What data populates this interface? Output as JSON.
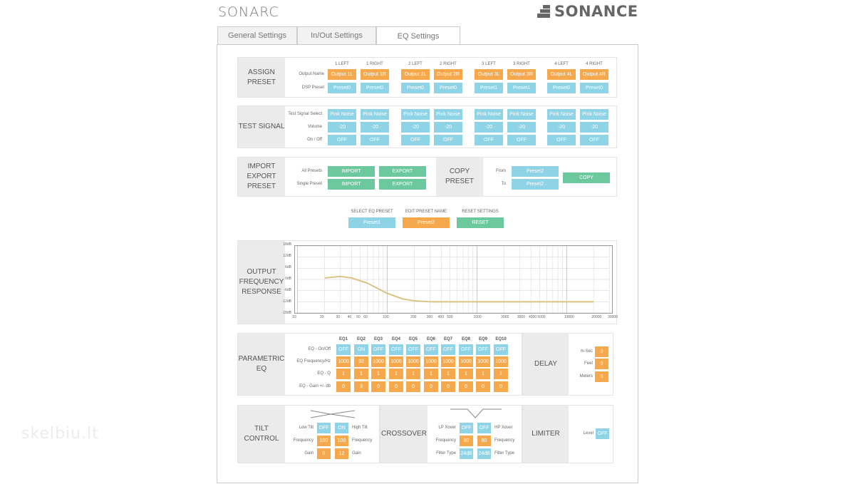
{
  "brand": {
    "left": "SONARC",
    "right": "SONANCE"
  },
  "tabs": [
    {
      "label": "General Settings",
      "active": false
    },
    {
      "label": "In/Out Settings",
      "active": false
    },
    {
      "label": "EQ Settings",
      "active": true
    }
  ],
  "assign": {
    "title": "ASSIGN PRESET",
    "channels": [
      "1 LEFT",
      "1 RIGHT",
      "2 LEFT",
      "2 RIGHT",
      "3 LEFT",
      "3 RIGHT",
      "4 LEFT",
      "4 RIGHT"
    ],
    "output_label": "Output Name",
    "outputs": [
      "Output 1L",
      "Output 1R",
      "Output 2L",
      "Output 2R",
      "Output 3L",
      "Output 3R",
      "Output 4L",
      "Output 4R"
    ],
    "dsp_label": "DSP Preset",
    "presets": [
      "Preset0",
      "Preset0",
      "Preset0",
      "Preset0",
      "Preset1",
      "Preset1",
      "Preset0",
      "Preset0"
    ]
  },
  "test": {
    "title": "TEST SIGNAL",
    "select_label": "Test Signal Select",
    "signals": [
      "Pink Noise",
      "Pink Noise",
      "Pink Noise",
      "Pink Noise",
      "Pink Noise",
      "Pink Noise",
      "Pink Noise",
      "Pink Noise"
    ],
    "volume_label": "Volume",
    "volumes": [
      "-20",
      "-20",
      "-20",
      "-20",
      "-20",
      "-20",
      "-20",
      "-20"
    ],
    "onoff_label": "On / Off",
    "states": [
      "OFF",
      "OFF",
      "OFF",
      "OFF",
      "OFF",
      "OFF",
      "OFF",
      "OFF"
    ]
  },
  "import_export": {
    "title": "IMPORT EXPORT PRESET",
    "all_label": "All Presets",
    "single_label": "Single Preset",
    "import": "IMPORT",
    "export": "EXPORT"
  },
  "copy": {
    "title": "COPY PRESET",
    "from_label": "From",
    "to_label": "To",
    "from": "Preset2",
    "to": "Preset2",
    "button": "COPY"
  },
  "preset_bar": {
    "select_label": "SELECT EQ PRESET",
    "select_value": "Preset1",
    "edit_label": "EDIT PRESET NAME",
    "edit_value": "Preset2",
    "reset_label": "RESET SETTINGS",
    "reset_button": "RESET"
  },
  "response": {
    "title": "OUTPUT FREQUENCY RESPONSE",
    "y_ticks": [
      "18dB",
      "12dB",
      "6dB",
      "0dB",
      "-6dB",
      "-12dB",
      "-18dB"
    ],
    "x_ticks": [
      "10",
      "20",
      "30",
      "40",
      "50",
      "60",
      "100",
      "200",
      "300",
      "400",
      "500",
      "1000",
      "2000",
      "3000",
      "4000",
      "5000",
      "10000",
      "20000",
      "30000"
    ],
    "curve_color": "#d9c281"
  },
  "chart_data": {
    "type": "line",
    "x": [
      20,
      30,
      40,
      60,
      100,
      150,
      200,
      300,
      500,
      1000,
      5000,
      20000
    ],
    "series": [
      {
        "values": [
          0.8,
          1.6,
          0.8,
          -2,
          -7.5,
          -10.5,
          -11.5,
          -12,
          -12,
          -12,
          -12,
          -12
        ]
      }
    ],
    "xlim": [
      10,
      30000
    ],
    "ylim": [
      -18,
      18
    ],
    "xscale": "log",
    "grid": true
  },
  "peq": {
    "title": "PARAMETRIC EQ",
    "bands": [
      "EQ1",
      "EQ2",
      "EQ3",
      "EQ4",
      "EQ5",
      "EQ6",
      "EQ7",
      "EQ8",
      "EQ9",
      "EQ10"
    ],
    "onoff_label": "EQ - On/Off",
    "onoff": [
      "OFF",
      "ON",
      "OFF",
      "OFF",
      "OFF",
      "OFF",
      "OFF",
      "OFF",
      "OFF",
      "OFF"
    ],
    "freq_label": "EQ Frequency/Hz",
    "freq": [
      "1000",
      "32",
      "1000",
      "1000",
      "1000",
      "1000",
      "1000",
      "1000",
      "1000",
      "1000"
    ],
    "q_label": "EQ - Q",
    "q": [
      "1",
      "1",
      "1",
      "1",
      "1",
      "1",
      "1",
      "1",
      "1",
      "1"
    ],
    "gain_label": "EQ - Gain +/- db",
    "gain": [
      "0",
      "3",
      "0",
      "0",
      "0",
      "0",
      "0",
      "0",
      "0",
      "0"
    ]
  },
  "delay": {
    "title": "DELAY",
    "ms_label": "m-Sec",
    "feet_label": "Feet",
    "meters_label": "Meters",
    "ms": "0",
    "feet": "0",
    "meters": "0"
  },
  "tilt": {
    "title": "TILT CONTROL",
    "low_label": "Low Tilt",
    "high_label": "High Tilt",
    "low_state": "OFF",
    "high_state": "ON",
    "freq_label": "Frequency",
    "low_freq": "100",
    "high_freq": "100",
    "gain_label": "Gain",
    "low_gain": "0",
    "high_gain": "12"
  },
  "crossover": {
    "title": "CROSSOVER",
    "lp_label": "LP Xover",
    "hp_label": "HP Xover",
    "lp_state": "OFF",
    "hp_state": "OFF",
    "freq_label": "Frequency",
    "lp_freq": "80",
    "hp_freq": "80",
    "filter_label": "Filter Type",
    "lp_filter": "24dB",
    "hp_filter": "24dB"
  },
  "limiter": {
    "title": "LIMITER",
    "level_label": "Level",
    "level_state": "OFF"
  },
  "watermark": "skelbiu.lt",
  "colors": {
    "orange": "#f5a94c",
    "blue": "#8fd3e6",
    "green": "#6cc99e"
  }
}
